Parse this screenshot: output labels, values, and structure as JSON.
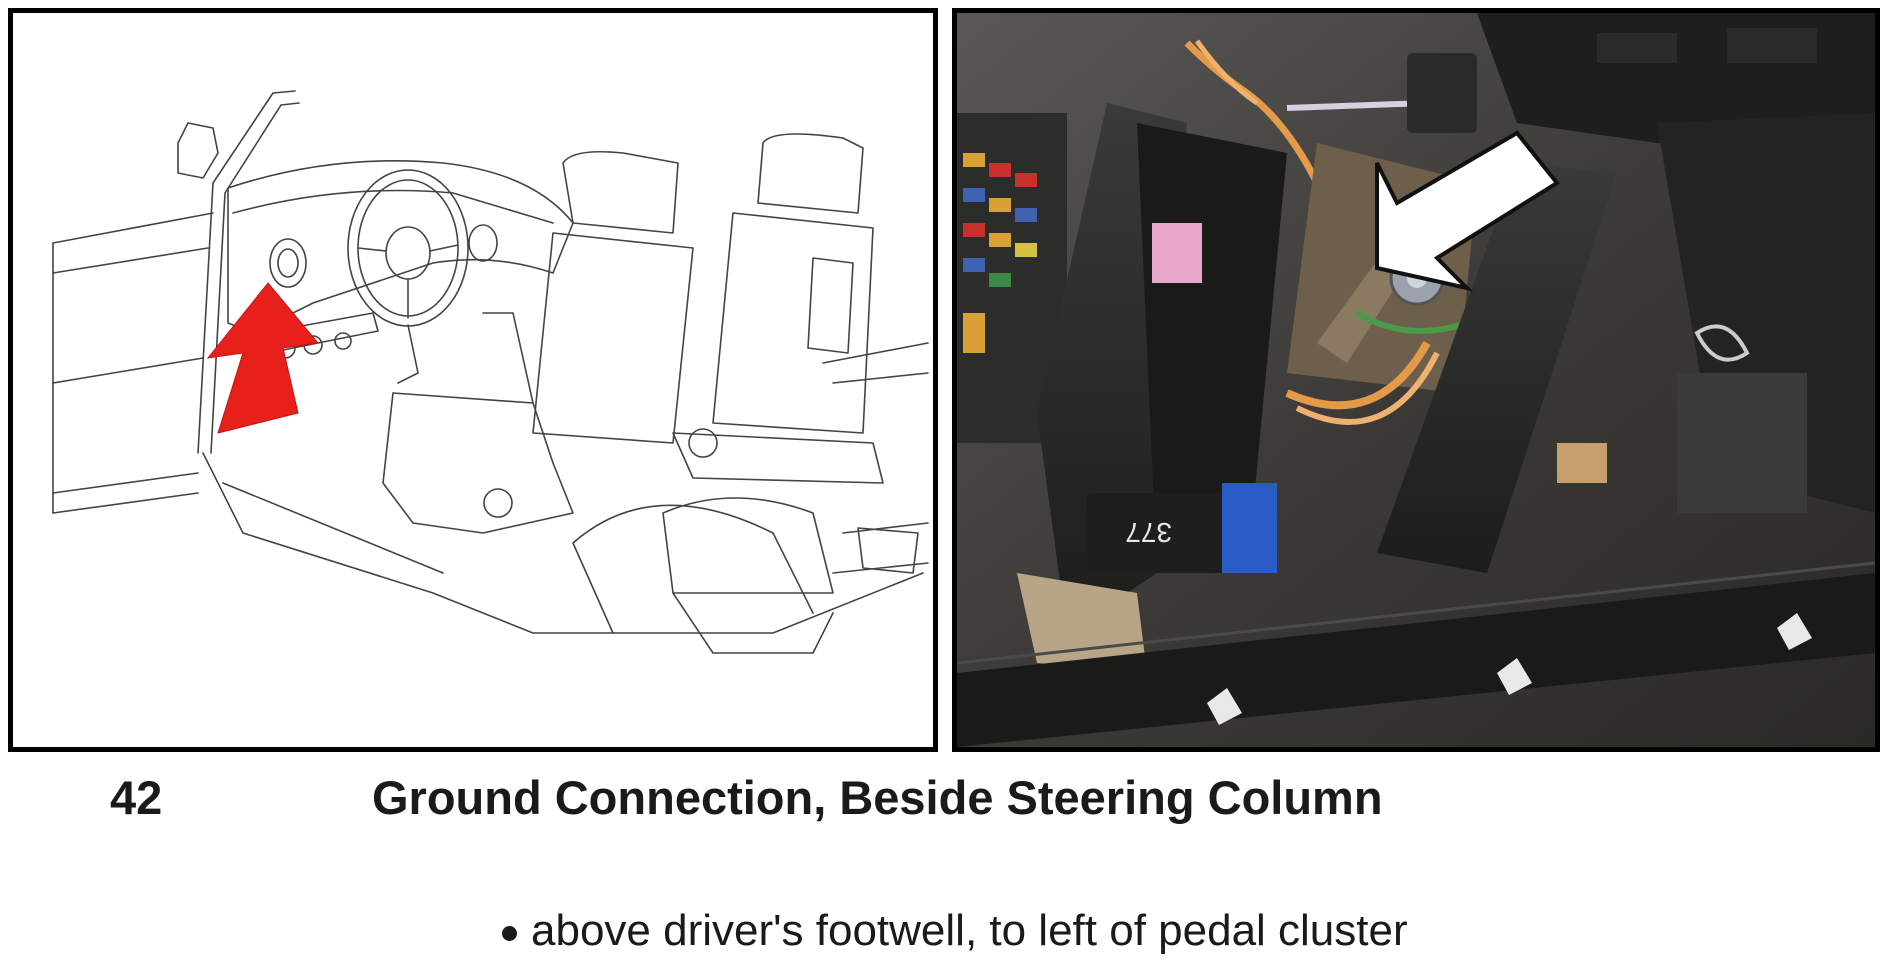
{
  "figure": {
    "number": "42",
    "title": "Ground Connection, Beside Steering Column"
  },
  "location_notes": [
    "above driver's footwell, to left of pedal cluster"
  ],
  "photo": {
    "connector_label": "377"
  },
  "colors": {
    "locator_arrow": "#e8201c",
    "photo_arrow": "#ffffff",
    "connector_blue": "#2a5cc8",
    "connector_pink": "#e8a6cc",
    "wire_orange": "#e59a4a"
  },
  "icons": {
    "drawing_arrow": "red-locator-arrow-icon",
    "photo_arrow": "white-pointer-arrow-icon"
  }
}
